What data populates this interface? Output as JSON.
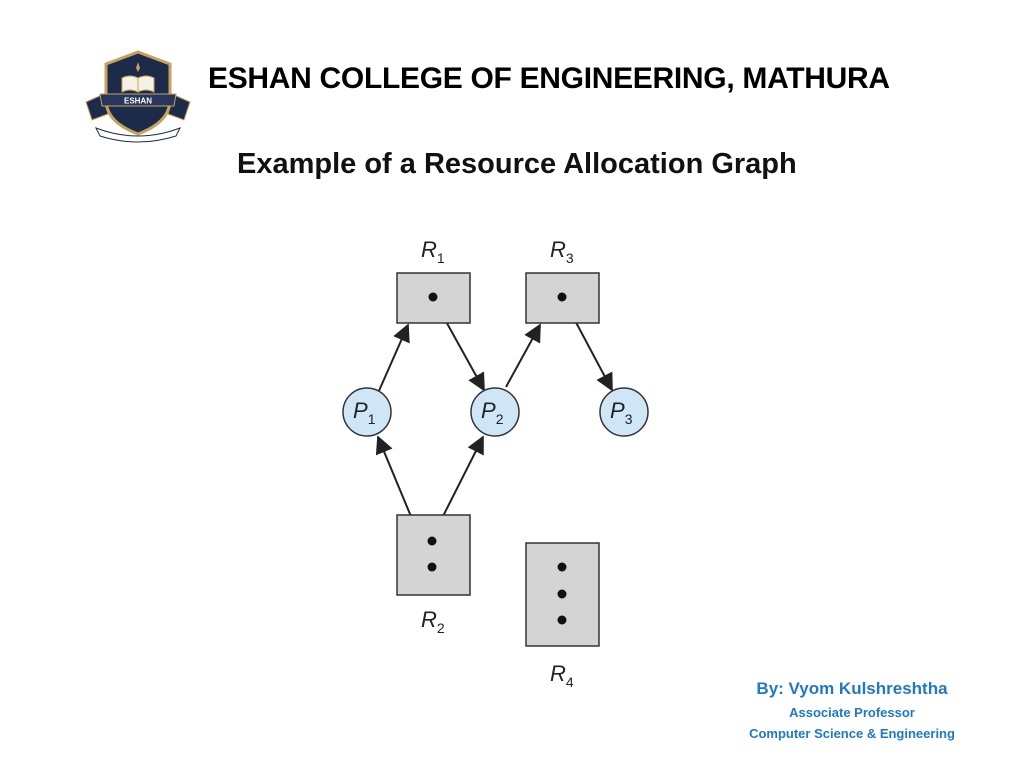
{
  "header": {
    "college": "ESHAN COLLEGE OF ENGINEERING, MATHURA",
    "title": "Example of a Resource Allocation Graph"
  },
  "logo": {
    "name": "ESHAN",
    "icon": "book-crest-icon",
    "colors": {
      "navy": "#1d2b4a",
      "gold": "#c9a25a"
    }
  },
  "graph": {
    "resources": [
      {
        "id": "R1",
        "letter": "R",
        "sub": "1",
        "instances": 1
      },
      {
        "id": "R2",
        "letter": "R",
        "sub": "2",
        "instances": 2
      },
      {
        "id": "R3",
        "letter": "R",
        "sub": "3",
        "instances": 1
      },
      {
        "id": "R4",
        "letter": "R",
        "sub": "4",
        "instances": 3
      }
    ],
    "processes": [
      {
        "id": "P1",
        "letter": "P",
        "sub": "1"
      },
      {
        "id": "P2",
        "letter": "P",
        "sub": "2"
      },
      {
        "id": "P3",
        "letter": "P",
        "sub": "3"
      }
    ],
    "edges": [
      {
        "from": "P1",
        "to": "R1",
        "kind": "request"
      },
      {
        "from": "R1",
        "to": "P2",
        "kind": "assignment"
      },
      {
        "from": "P2",
        "to": "R3",
        "kind": "request"
      },
      {
        "from": "R3",
        "to": "P3",
        "kind": "assignment"
      },
      {
        "from": "R2",
        "to": "P1",
        "kind": "assignment"
      },
      {
        "from": "R2",
        "to": "P2",
        "kind": "assignment"
      }
    ],
    "colors": {
      "resource_fill": "#d4d4d4",
      "process_fill": "#cfe6f7",
      "stroke": "#222222"
    }
  },
  "author": {
    "name": "By: Vyom Kulshreshtha",
    "role": "Associate Professor",
    "dept": "Computer Science & Engineering",
    "color": "#1f78c8"
  }
}
